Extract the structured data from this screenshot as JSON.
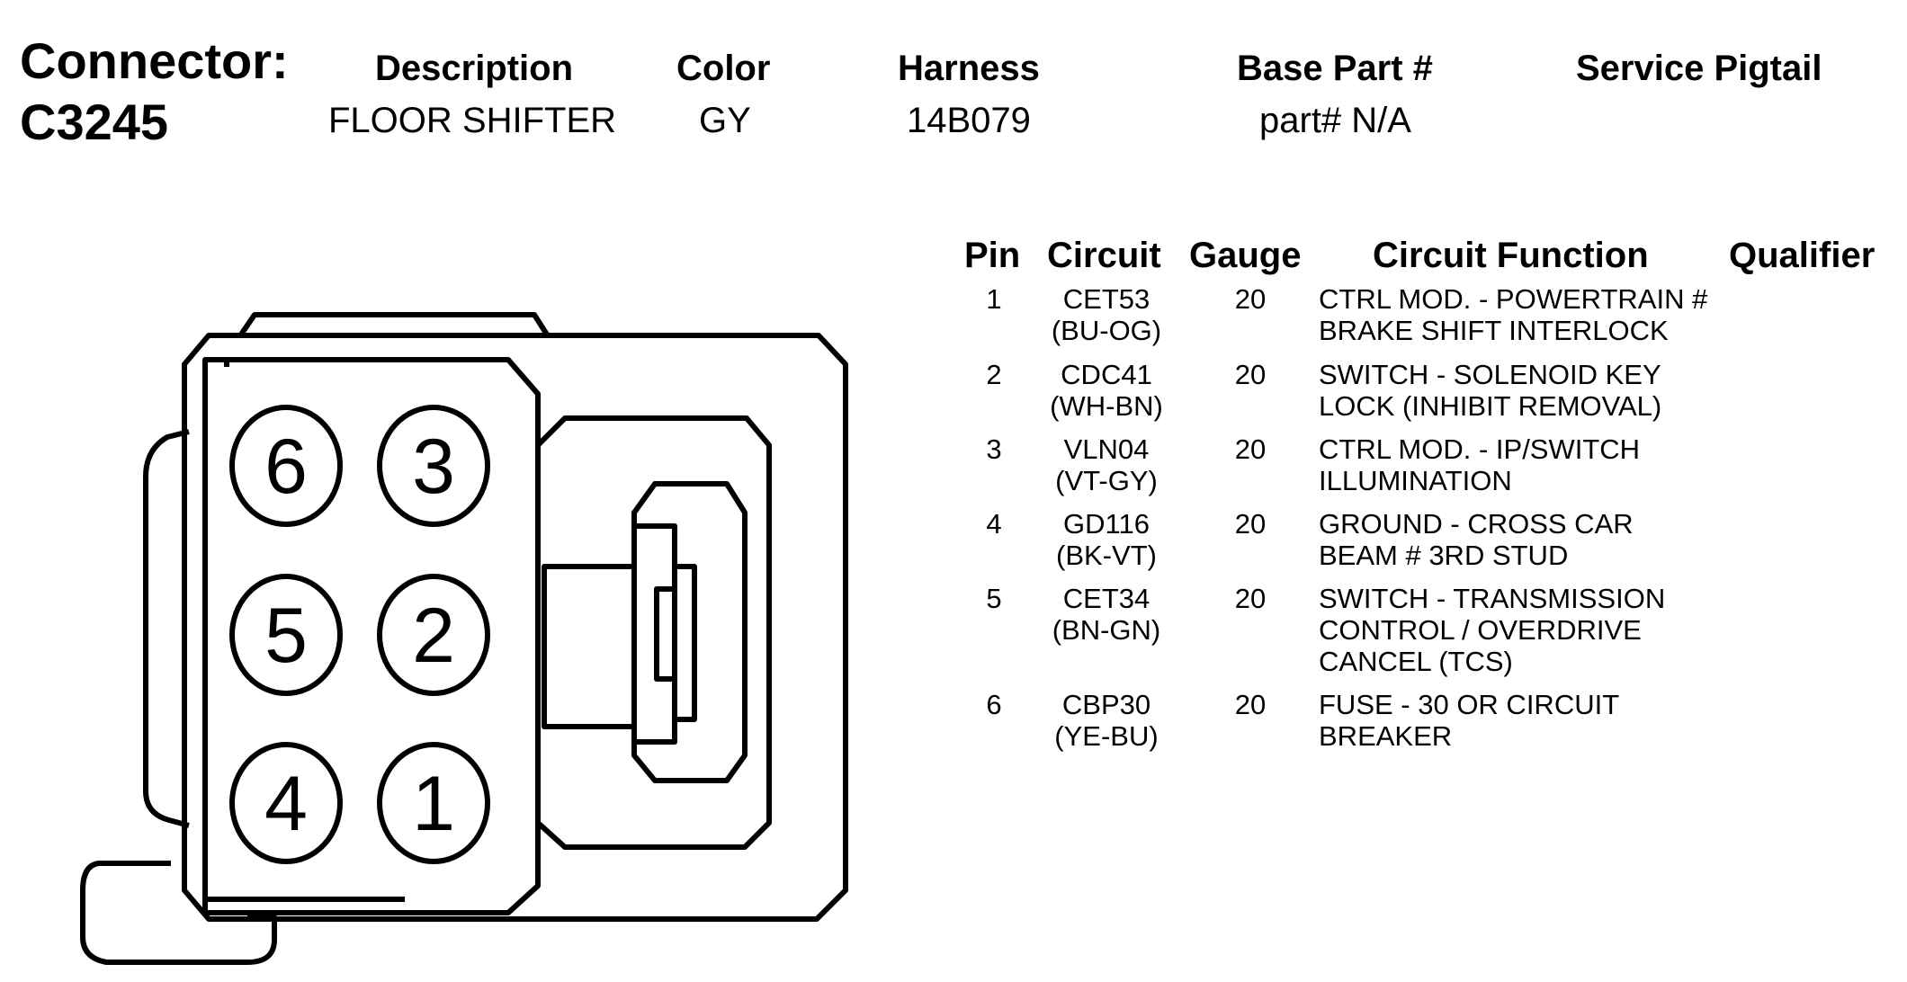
{
  "header": {
    "connector_label": "Connector:",
    "connector_id": "C3245",
    "columns": {
      "description": "Description",
      "color": "Color",
      "harness": "Harness",
      "base_part": "Base Part #",
      "service_pigtail": "Service Pigtail"
    },
    "values": {
      "description": "FLOOR SHIFTER",
      "color": "GY",
      "harness": "14B079",
      "base_part": "part# N/A"
    }
  },
  "table": {
    "headers": {
      "pin": "Pin",
      "circuit": "Circuit",
      "gauge": "Gauge",
      "function": "Circuit Function",
      "qualifier": "Qualifier"
    },
    "rows": [
      {
        "pin": "1",
        "circuit": "CET53",
        "wire_color": "(BU-OG)",
        "gauge": "20",
        "function_lines": [
          "CTRL MOD. - POWERTRAIN #",
          "BRAKE SHIFT INTERLOCK"
        ]
      },
      {
        "pin": "2",
        "circuit": "CDC41",
        "wire_color": "(WH-BN)",
        "gauge": "20",
        "function_lines": [
          "SWITCH - SOLENOID KEY",
          "LOCK (INHIBIT REMOVAL)"
        ]
      },
      {
        "pin": "3",
        "circuit": "VLN04",
        "wire_color": "(VT-GY)",
        "gauge": "20",
        "function_lines": [
          "CTRL MOD. - IP/SWITCH",
          "ILLUMINATION"
        ]
      },
      {
        "pin": "4",
        "circuit": "GD116",
        "wire_color": "(BK-VT)",
        "gauge": "20",
        "function_lines": [
          "GROUND - CROSS CAR",
          "BEAM # 3RD STUD"
        ]
      },
      {
        "pin": "5",
        "circuit": "CET34",
        "wire_color": "(BN-GN)",
        "gauge": "20",
        "function_lines": [
          "SWITCH - TRANSMISSION",
          "CONTROL / OVERDRIVE",
          "CANCEL (TCS)"
        ]
      },
      {
        "pin": "6",
        "circuit": "CBP30",
        "wire_color": "(YE-BU)",
        "gauge": "20",
        "function_lines": [
          "FUSE - 30 OR CIRCUIT",
          "BREAKER"
        ]
      }
    ]
  },
  "diagram": {
    "pins": [
      "1",
      "2",
      "3",
      "4",
      "5",
      "6"
    ]
  }
}
